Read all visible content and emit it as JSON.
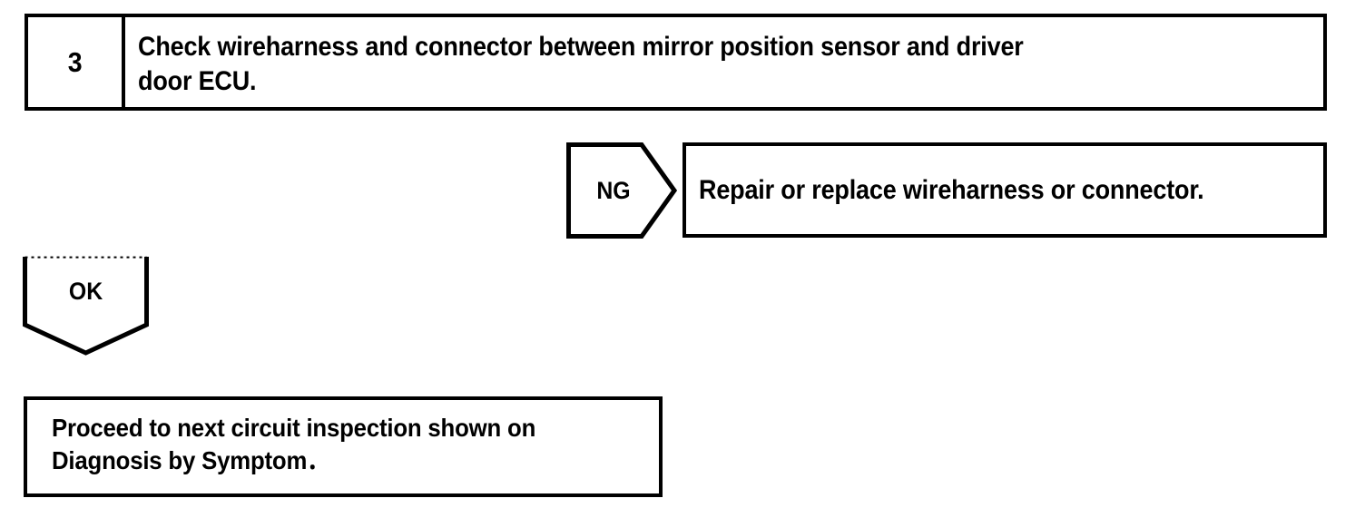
{
  "diagram": {
    "type": "troubleshooting-flowchart",
    "colors": {
      "ink": "#000000",
      "paper": "#ffffff"
    },
    "step": {
      "number": "3",
      "instruction": "Check wireharness and connector between mirror position sensor and driver\ndoor ECU."
    },
    "branches": {
      "ng": {
        "label": "NG",
        "shape": "arrow-right-pentagon",
        "result": "Repair or replace wireharness or connector."
      },
      "ok": {
        "label": "OK",
        "shape": "arrow-down-pentagon",
        "result": "Proceed to next circuit inspection shown on\nDiagnosis by Symptom．"
      }
    }
  }
}
